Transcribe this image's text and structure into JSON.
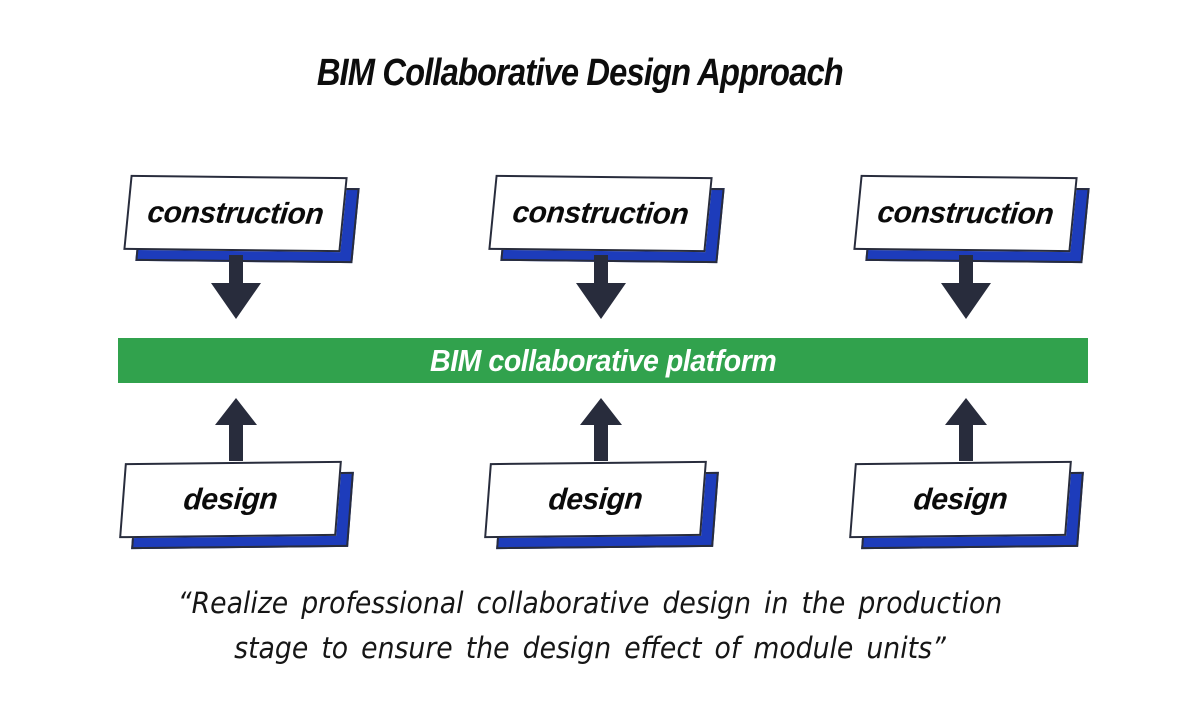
{
  "title": "BIM Collaborative Design Approach",
  "platform_bar": {
    "label": "BIM collaborative platform",
    "color": "#31a24d"
  },
  "columns": [
    {
      "construction_label": "construction",
      "design_label": "design"
    },
    {
      "construction_label": "construction",
      "design_label": "design"
    },
    {
      "construction_label": "construction",
      "design_label": "design"
    }
  ],
  "quote": {
    "line1": "“Realize professional collaborative design in the production",
    "line2": "stage to ensure the design effect of module units”"
  },
  "icons": {
    "down_arrow": "down-arrow-icon",
    "up_arrow": "up-arrow-icon"
  },
  "colors": {
    "ink": "#282c3c",
    "shadow-blue": "#1d3cbb",
    "green": "#31a24d",
    "text": "#0d0d0d"
  }
}
